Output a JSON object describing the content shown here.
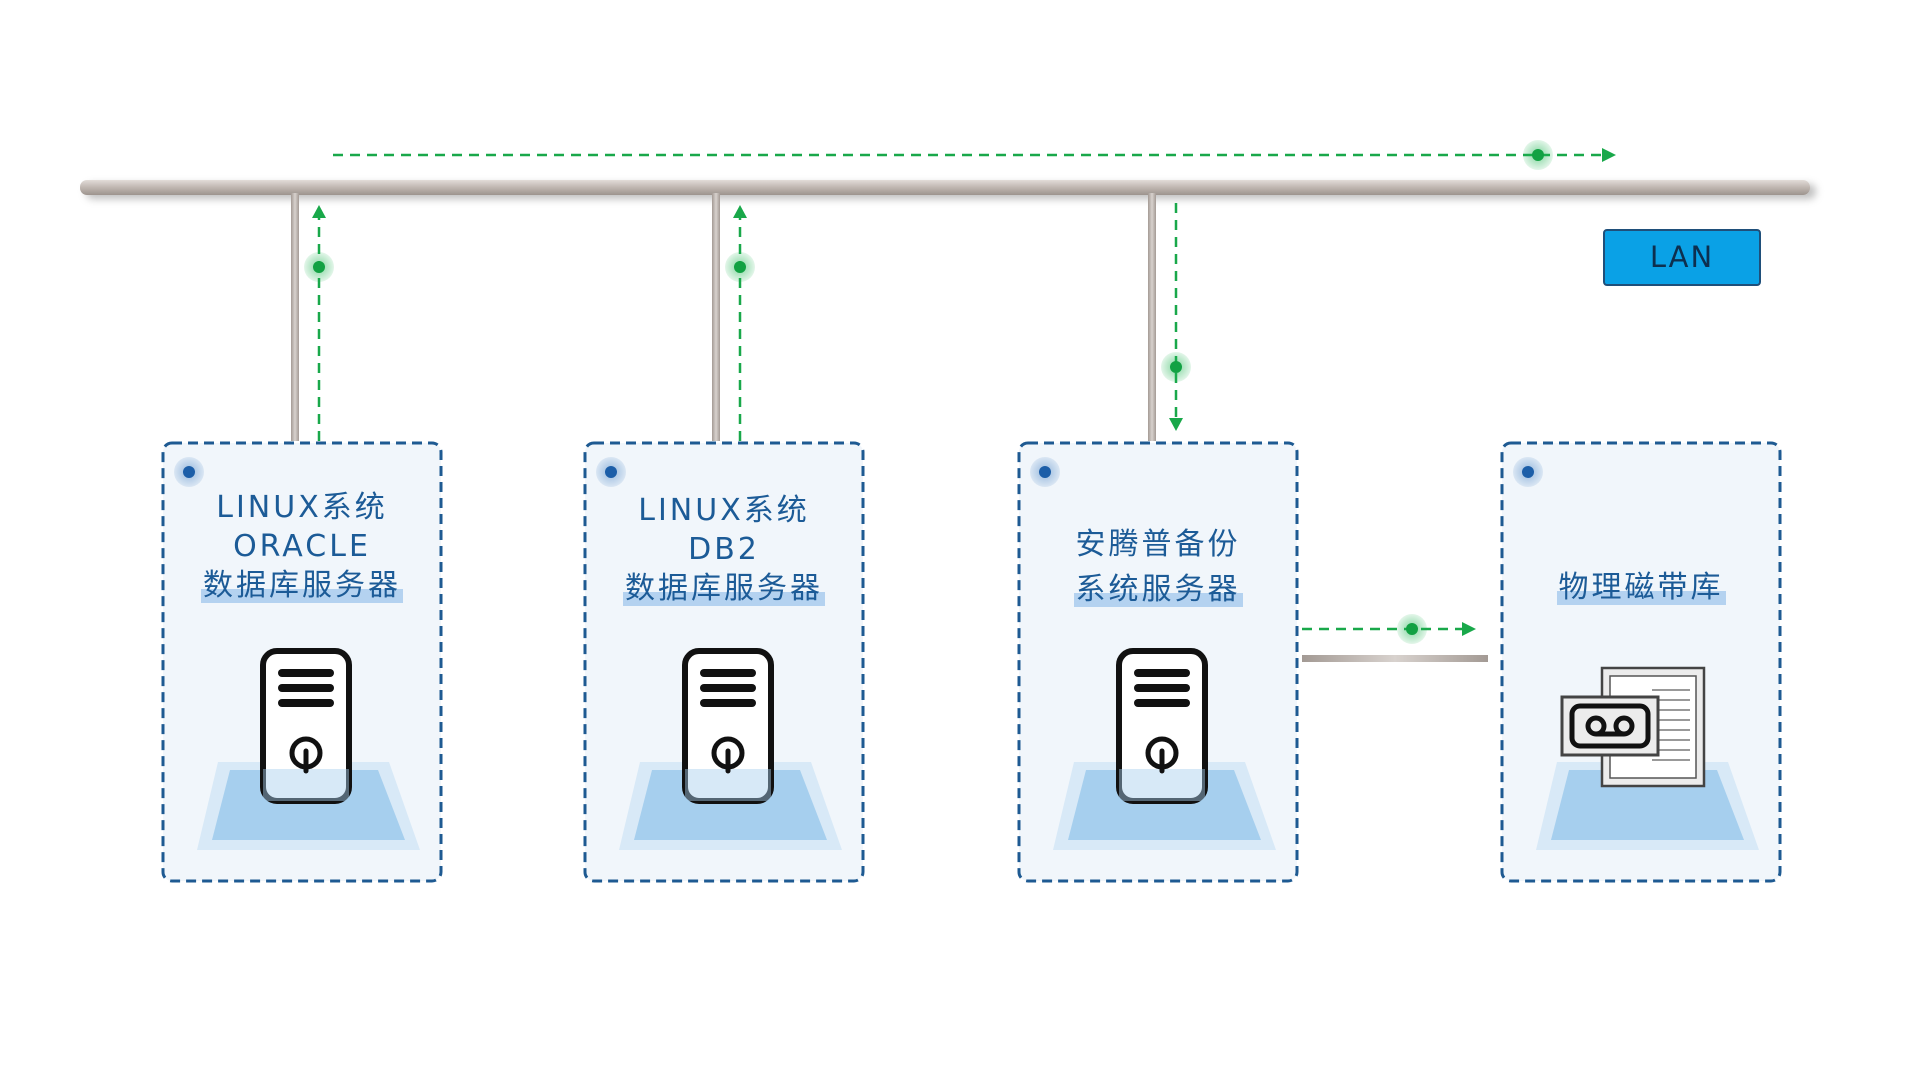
{
  "lan_label": "LAN",
  "nodes": [
    {
      "lines": [
        "LINUX系统",
        "ORACLE",
        "数据库服务器"
      ],
      "icon": "server-icon"
    },
    {
      "lines": [
        "LINUX系统",
        "DB2",
        "数据库服务器"
      ],
      "icon": "server-icon"
    },
    {
      "lines": [
        "安腾普备份",
        "系统服务器"
      ],
      "icon": "server-icon"
    },
    {
      "lines": [
        "物理磁带库"
      ],
      "icon": "tape-library-icon"
    }
  ],
  "colors": {
    "box_border": "#1e5a92",
    "box_fill": "#f1f6fb",
    "bus": "#c4bcb7",
    "flow": "#19a84a",
    "text": "#1c5b97",
    "lan_badge": "#0aa1e6",
    "platform": "#a6cfee"
  }
}
